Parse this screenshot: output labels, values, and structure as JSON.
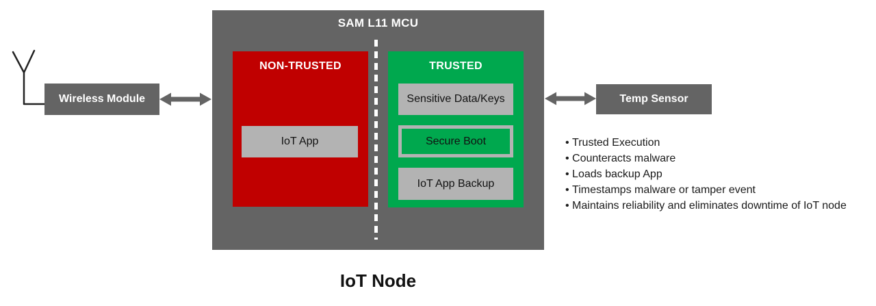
{
  "colors": {
    "frame_gray": "#646464",
    "non_trusted_red": "#C00000",
    "trusted_green": "#00A84E",
    "block_gray": "#B3B3B3",
    "text_white": "#FFFFFF",
    "text_black": "#1A1A1A"
  },
  "icons": {
    "antenna": "antenna-icon",
    "left_link": "bidirectional-arrow-icon",
    "right_link": "bidirectional-arrow-icon"
  },
  "peripherals": {
    "wireless_module": "Wireless Module",
    "temp_sensor": "Temp Sensor"
  },
  "mcu": {
    "title": "SAM L11 MCU",
    "non_trusted": {
      "label": "NON-TRUSTED",
      "blocks": [
        "IoT App"
      ]
    },
    "trusted": {
      "label": "TRUSTED",
      "blocks": [
        "Sensitive Data/Keys",
        "Secure Boot",
        "IoT App Backup"
      ]
    }
  },
  "features": [
    "Trusted Execution",
    "Counteracts malware",
    "Loads backup App",
    "Timestamps malware or tamper event",
    "Maintains reliability and eliminates downtime of IoT node"
  ],
  "caption": "IoT Node"
}
